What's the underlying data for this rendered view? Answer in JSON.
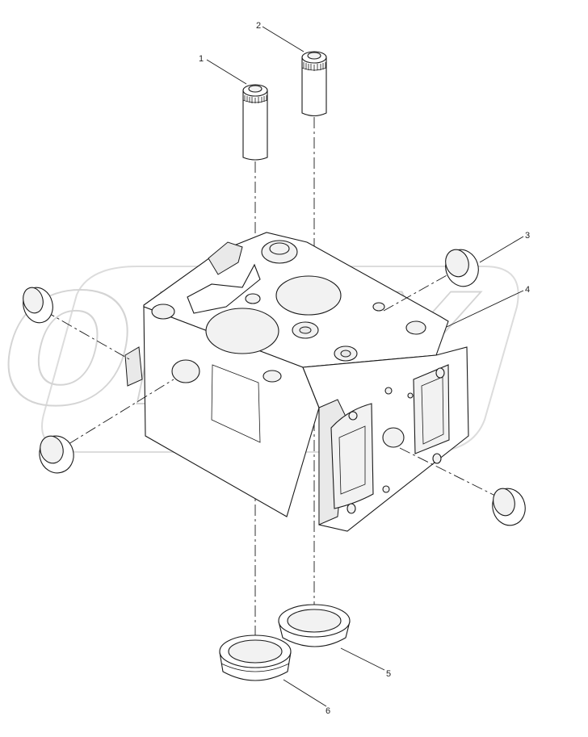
{
  "watermark": {
    "text": "OPEX",
    "color": "#d0d0d0"
  },
  "callouts": [
    {
      "id": "1",
      "text": "1"
    },
    {
      "id": "2",
      "text": "2"
    },
    {
      "id": "3",
      "text": "3"
    },
    {
      "id": "4",
      "text": "4"
    },
    {
      "id": "5",
      "text": "5"
    },
    {
      "id": "6",
      "text": "6"
    }
  ],
  "colors": {
    "line": "#1a1a1a",
    "background": "#ffffff",
    "label": "#222222"
  }
}
